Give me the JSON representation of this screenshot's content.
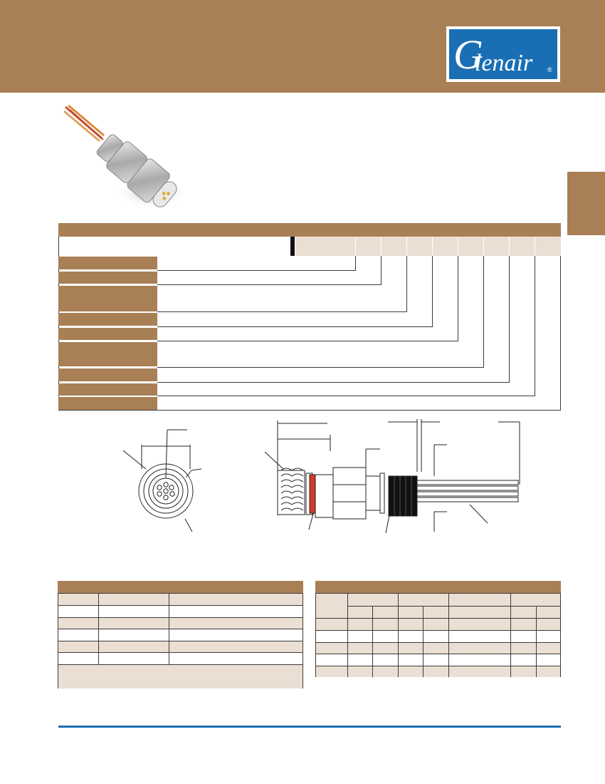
{
  "brand": {
    "logo_initial": "G",
    "logo_rest": "lenair",
    "registered_mark": "®",
    "colors": {
      "band": "#a97f56",
      "logo_blue": "#1a6fb4",
      "table_tint": "#ebdfd4",
      "rule_blue": "#1a6fb4"
    }
  },
  "images": {
    "product_photo": "connector-product-photo",
    "front_view": "connector-front-face-drawing",
    "side_view": "connector-side-profile-drawing"
  }
}
